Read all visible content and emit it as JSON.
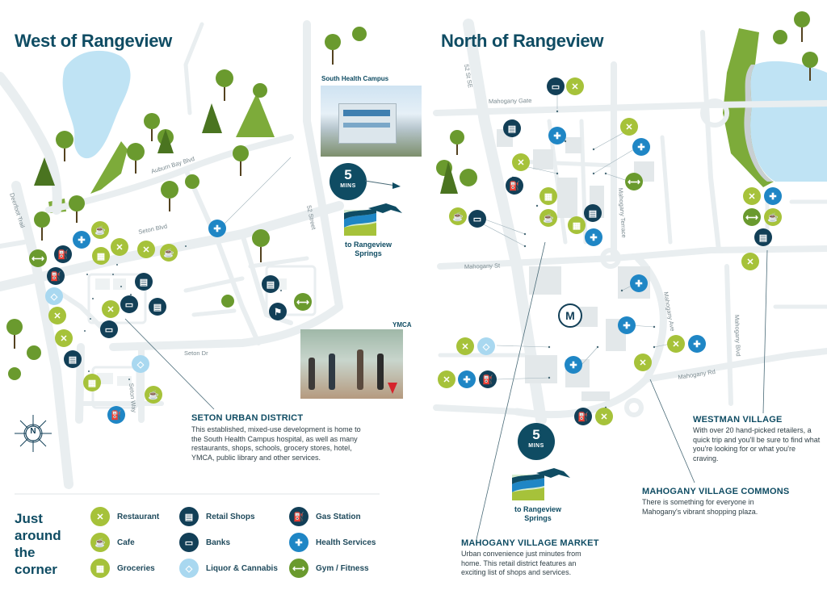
{
  "west": {
    "title": "West of Rangeview",
    "roads": {
      "auburn": "Auburn Bay Blvd",
      "seton_blvd": "Seton Blvd",
      "deerfoot": "Deerfoot Trail",
      "street52": "52 Street",
      "seton_dr": "Seton Dr",
      "seton_way": "Seton Way"
    },
    "photo1_caption": "South Health Campus",
    "photo2_caption": "YMCA",
    "mins_number": "5",
    "mins_label": "MINS",
    "springs_label_1": "to Rangeview",
    "springs_label_2": "Springs",
    "compass_letter": "N",
    "district": {
      "title": "SETON URBAN DISTRICT",
      "desc": "This established, mixed-use development is home to the South Health Campus hospital, as well as many restaurants, shops, schools, grocery stores, hotel, YMCA, public library and other services."
    }
  },
  "north": {
    "title": "North of Rangeview",
    "roads": {
      "st52": "52 St SE",
      "mahogany_gate": "Mahogany Gate",
      "mahogany_terrace": "Mahogany Terrace",
      "mahogany_st": "Mahogany St",
      "mahogany_ave": "Mahogany Ave",
      "mahogany_rd": "Mahogany Rd",
      "mahogany_blvd": "Mahogany Blvd"
    },
    "logo_letter": "M",
    "mins_number": "5",
    "mins_label": "MINS",
    "springs_label_1": "to Rangeview",
    "springs_label_2": "Springs",
    "westman": {
      "title": "WESTMAN VILLAGE",
      "desc": "With over 20 hand-picked retailers, a quick trip and you'll be sure to find what you're looking for or what you're craving."
    },
    "commons": {
      "title": "MAHOGANY VILLAGE COMMONS",
      "desc": "There is something for everyone in Mahogany's vibrant shopping plaza."
    },
    "market": {
      "title": "MAHOGANY VILLAGE MARKET",
      "desc": "Urban convenience just minutes from home. This retail district features an exciting list of shops and services."
    }
  },
  "legend": {
    "heading_lines": [
      "Just",
      "around",
      "the",
      "corner"
    ],
    "items": [
      {
        "label": "Restaurant",
        "icon": "restaurant-icon",
        "color": "#a6c23a"
      },
      {
        "label": "Cafe",
        "icon": "cafe-icon",
        "color": "#a6c23a"
      },
      {
        "label": "Groceries",
        "icon": "groceries-icon",
        "color": "#a6c23a"
      },
      {
        "label": "Retail Shops",
        "icon": "retail-icon",
        "color": "#123f57"
      },
      {
        "label": "Banks",
        "icon": "bank-icon",
        "color": "#123f57"
      },
      {
        "label": "Liquor & Cannabis",
        "icon": "liquor-icon",
        "color": "#a9d8f0"
      },
      {
        "label": "Gas Station",
        "icon": "gas-station-icon",
        "color": "#123f57"
      },
      {
        "label": "Health Services",
        "icon": "health-icon",
        "color": "#1f86c5"
      },
      {
        "label": "Gym / Fitness",
        "icon": "gym-icon",
        "color": "#6a9a2e"
      }
    ]
  },
  "colors": {
    "navy": "#0f4c63",
    "green": "#a6c23a",
    "blue": "#1f86c5",
    "light_blue": "#a9d8f0",
    "water": "#bfe3f4",
    "road": "#e9eef0",
    "park": "#7dab3a"
  }
}
